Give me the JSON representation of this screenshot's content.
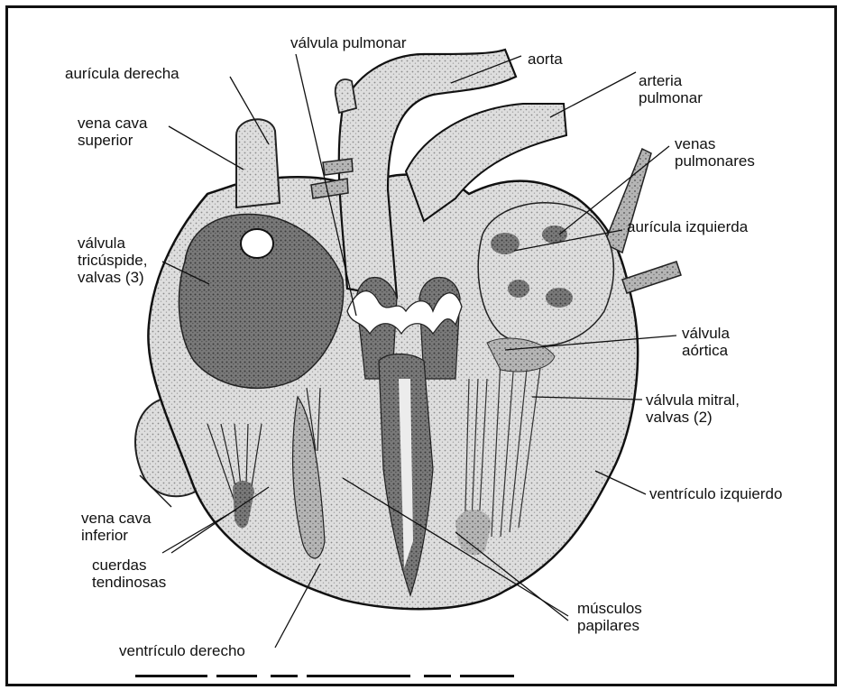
{
  "labels": {
    "valvula_pulmonar": "válvula pulmonar",
    "aorta": "aorta",
    "arteria_pulmonar": "arteria\npulmonar",
    "auricula_derecha": "aurícula derecha",
    "vena_cava_superior": "vena cava\nsuperior",
    "venas_pulmonares": "venas\npulmonares",
    "auricula_izquierda": "aurícula izquierda",
    "valvula_tricuspide": "válvula\ntricúspide,\nvalvas (3)",
    "valvula_aortica": "válvula\naórtica",
    "valvula_mitral": "válvula mitral,\nvalvas (2)",
    "ventriculo_izquierdo": "ventrículo izquierdo",
    "vena_cava_inferior": "vena cava\ninferior",
    "cuerdas_tendinosas": "cuerdas\ntendinosas",
    "musculos_papilares": "músculos\npapilares",
    "ventriculo_derecho": "ventrículo derecho"
  },
  "colors": {
    "ink": "#111111",
    "tissue_light": "#d9d9d9",
    "tissue_mid": "#9a9a9a",
    "tissue_dark": "#555555"
  }
}
